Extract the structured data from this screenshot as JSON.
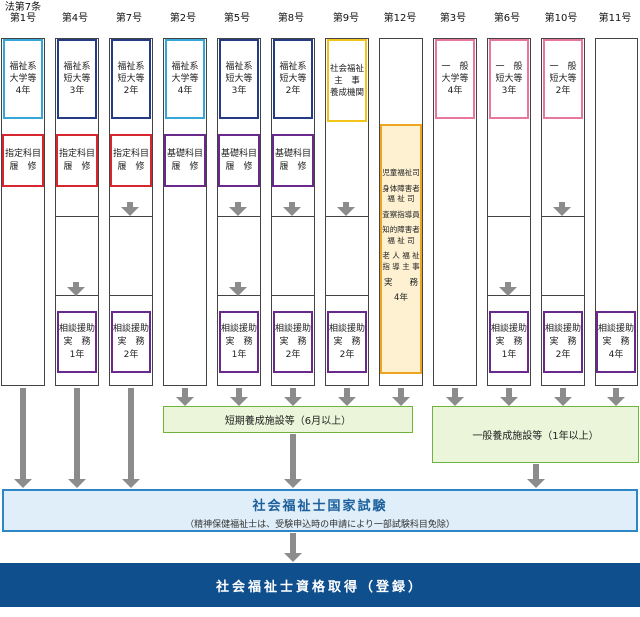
{
  "headers": [
    {
      "top": "法第7条",
      "main": "第1号"
    },
    {
      "top": "",
      "main": "第4号"
    },
    {
      "top": "",
      "main": "第7号"
    },
    {
      "top": "",
      "main": "第2号"
    },
    {
      "top": "",
      "main": "第5号"
    },
    {
      "top": "",
      "main": "第8号"
    },
    {
      "top": "",
      "main": "第9号"
    },
    {
      "top": "",
      "main": "第12号"
    },
    {
      "top": "",
      "main": "第3号"
    },
    {
      "top": "",
      "main": "第6号"
    },
    {
      "top": "",
      "main": "第10号"
    },
    {
      "top": "",
      "main": "第11号"
    }
  ],
  "qual_boxes": [
    {
      "l1": "福祉系",
      "l2": "大学等",
      "l3": "4年"
    },
    {
      "l1": "福祉系",
      "l2": "短大等",
      "l3": "3年"
    },
    {
      "l1": "福祉系",
      "l2": "短大等",
      "l3": "2年"
    },
    {
      "l1": "福祉系",
      "l2": "大学等",
      "l3": "4年"
    },
    {
      "l1": "福祉系",
      "l2": "短大等",
      "l3": "3年"
    },
    {
      "l1": "福祉系",
      "l2": "短大等",
      "l3": "2年"
    },
    {
      "l1": "社会福祉",
      "l2": "主　事",
      "l3": "養成機関"
    },
    {
      "l1": "一　般",
      "l2": "大学等",
      "l3": "4年"
    },
    {
      "l1": "一　般",
      "l2": "短大等",
      "l3": "3年"
    },
    {
      "l1": "一　般",
      "l2": "短大等",
      "l3": "2年"
    }
  ],
  "subject_boxes": [
    {
      "l1": "指定科目",
      "l2": "履　修"
    },
    {
      "l1": "指定科目",
      "l2": "履　修"
    },
    {
      "l1": "指定科目",
      "l2": "履　修"
    },
    {
      "l1": "基礎科目",
      "l2": "履　修"
    },
    {
      "l1": "基礎科目",
      "l2": "履　修"
    },
    {
      "l1": "基礎科目",
      "l2": "履　修"
    }
  ],
  "practice_boxes": [
    {
      "l1": "相談援助",
      "l2": "実　務",
      "l3": "1年"
    },
    {
      "l1": "相談援助",
      "l2": "実　務",
      "l3": "2年"
    },
    {
      "l1": "相談援助",
      "l2": "実　務",
      "l3": "1年"
    },
    {
      "l1": "相談援助",
      "l2": "実　務",
      "l3": "2年"
    },
    {
      "l1": "相談援助",
      "l2": "実　務",
      "l3": "2年"
    },
    {
      "l1": "相談援助",
      "l2": "実　務",
      "l3": "1年"
    },
    {
      "l1": "相談援助",
      "l2": "実　務",
      "l3": "2年"
    },
    {
      "l1": "相談援助",
      "l2": "実　務",
      "l3": "4年"
    }
  ],
  "col12": {
    "lines": [
      "児童福祉司",
      "身体障害者",
      "福 祉 司",
      "査察指導員",
      "知的障害者",
      "福 祉 司",
      "老 人 福 祉",
      "指 導 主 事",
      "実　　務",
      "4年"
    ]
  },
  "training_short": "短期養成施設等（6月以上）",
  "training_general": "一般養成施設等（1年以上）",
  "exam": {
    "title": "社会福祉士国家試験",
    "note": "（精神保健福祉士は、受験申込時の申請により一部試験科目免除）"
  },
  "qualification": "社会福祉士資格取得（登録）"
}
